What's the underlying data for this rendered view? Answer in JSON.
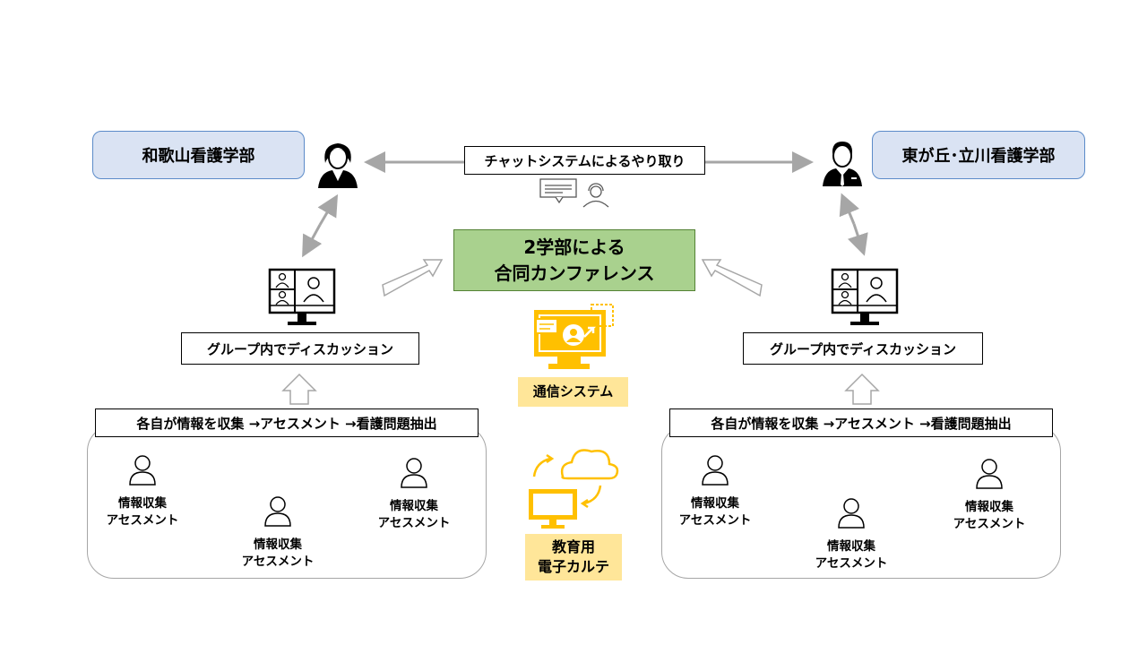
{
  "left_school": "和歌山看護学部",
  "right_school": "東が丘･立川看護学部",
  "chat_label": "チャットシステムによるやり取り",
  "conference": {
    "line1": "2学部による",
    "line2": "合同カンファレンス"
  },
  "comm_system": "通信システム",
  "ehr": {
    "line1": "教育用",
    "line2": "電子カルテ"
  },
  "left_discussion": "グループ内でディスカッション",
  "right_discussion": "グループ内でディスカッション",
  "left_group_title": "各自が情報を収集 →アセスメント →看護問題抽出",
  "right_group_title": "各自が情報を収集 →アセスメント →看護問題抽出",
  "member": {
    "line1": "情報収集",
    "line2": "アセスメント"
  },
  "colors": {
    "accent_yellow": "#ffc000",
    "conference_green": "#a9d18e",
    "school_blue": "#dae3f3",
    "arrow_gray": "#a6a6a6"
  }
}
